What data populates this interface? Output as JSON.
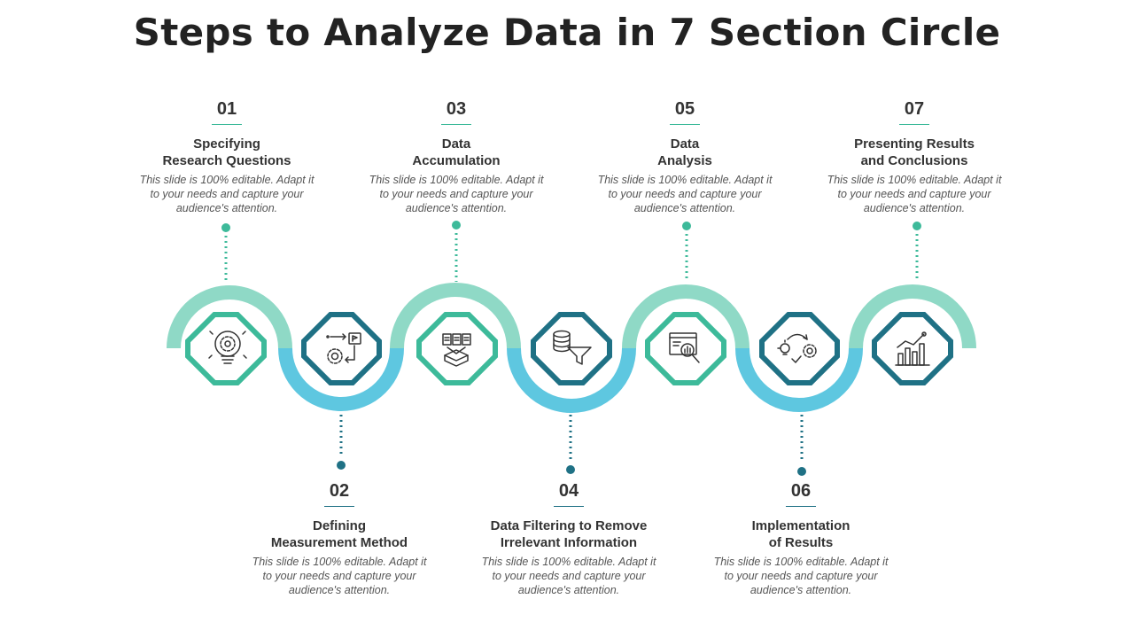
{
  "title": "Steps to Analyze Data in 7 Section Circle",
  "colors": {
    "teal_light": "#8fd9c6",
    "blue_light": "#5ec7e0",
    "green": "#3dba9a",
    "dark_teal": "#1f7185",
    "text": "#333333"
  },
  "steps": [
    {
      "number": "01",
      "name_line1": "Specifying",
      "name_line2": "Research Questions",
      "desc_line1": "This slide is 100% editable. Adapt it",
      "desc_line2": "to your needs and capture your",
      "desc_line3": "audience's attention.",
      "icon": "lightbulb-gear-icon"
    },
    {
      "number": "02",
      "name_line1": "Defining",
      "name_line2": "Measurement Method",
      "desc_line1": "This slide is 100% editable. Adapt it",
      "desc_line2": "to your needs and capture your",
      "desc_line3": "audience's attention.",
      "icon": "gear-flag-flow-icon"
    },
    {
      "number": "03",
      "name_line1": "Data",
      "name_line2": "Accumulation",
      "desc_line1": "This slide is 100% editable. Adapt it",
      "desc_line2": "to your needs and capture your",
      "desc_line3": "audience's attention.",
      "icon": "documents-into-box-icon"
    },
    {
      "number": "04",
      "name_line1": "Data Filtering to Remove",
      "name_line2": "Irrelevant Information",
      "desc_line1": "This slide is 100% editable. Adapt it",
      "desc_line2": "to your needs and capture your",
      "desc_line3": "audience's attention.",
      "icon": "database-funnel-icon"
    },
    {
      "number": "05",
      "name_line1": "Data",
      "name_line2": "Analysis",
      "desc_line1": "This slide is 100% editable. Adapt it",
      "desc_line2": "to your needs and capture your",
      "desc_line3": "audience's attention.",
      "icon": "chart-magnifier-icon"
    },
    {
      "number": "06",
      "name_line1": "Implementation",
      "name_line2": "of Results",
      "desc_line1": "This slide is 100% editable. Adapt it",
      "desc_line2": "to your needs and capture your",
      "desc_line3": "audience's attention.",
      "icon": "idea-to-gear-icon"
    },
    {
      "number": "07",
      "name_line1": "Presenting Results",
      "name_line2": "and Conclusions",
      "desc_line1": "This slide is 100% editable. Adapt it",
      "desc_line2": "to your needs and capture your",
      "desc_line3": "audience's attention.",
      "icon": "bar-chart-trend-icon"
    }
  ]
}
